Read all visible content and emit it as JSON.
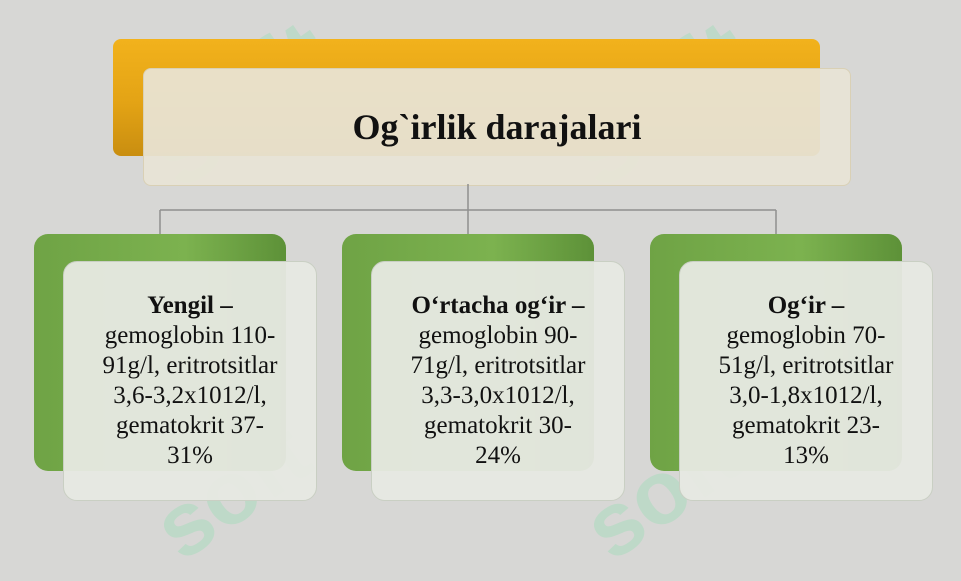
{
  "diagram": {
    "title": "Og`irlik darajalari",
    "boxes": [
      {
        "heading": "Yengil –",
        "lines": [
          "gemoglobin 110-",
          "91g/l, eritrotsitlar",
          "3,6-3,2x1012/l,",
          "gematokrit 37-",
          "31%"
        ]
      },
      {
        "heading": "O‘rtacha og‘ir –",
        "lines": [
          "gemoglobin 90-",
          "71g/l, eritrotsitlar",
          "3,3-3,0x1012/l,",
          "gematokrit 30-",
          "24%"
        ]
      },
      {
        "heading": "Og‘ir –",
        "lines": [
          "gemoglobin 70-",
          "51g/l, eritrotsitlar",
          "3,0-1,8x1012/l,",
          "gematokrit 23-",
          "13%"
        ]
      }
    ]
  },
  "colors": {
    "background": "#d7d7d5",
    "title_accent": "#f2b21c",
    "box_accent": "#7cb24f"
  }
}
